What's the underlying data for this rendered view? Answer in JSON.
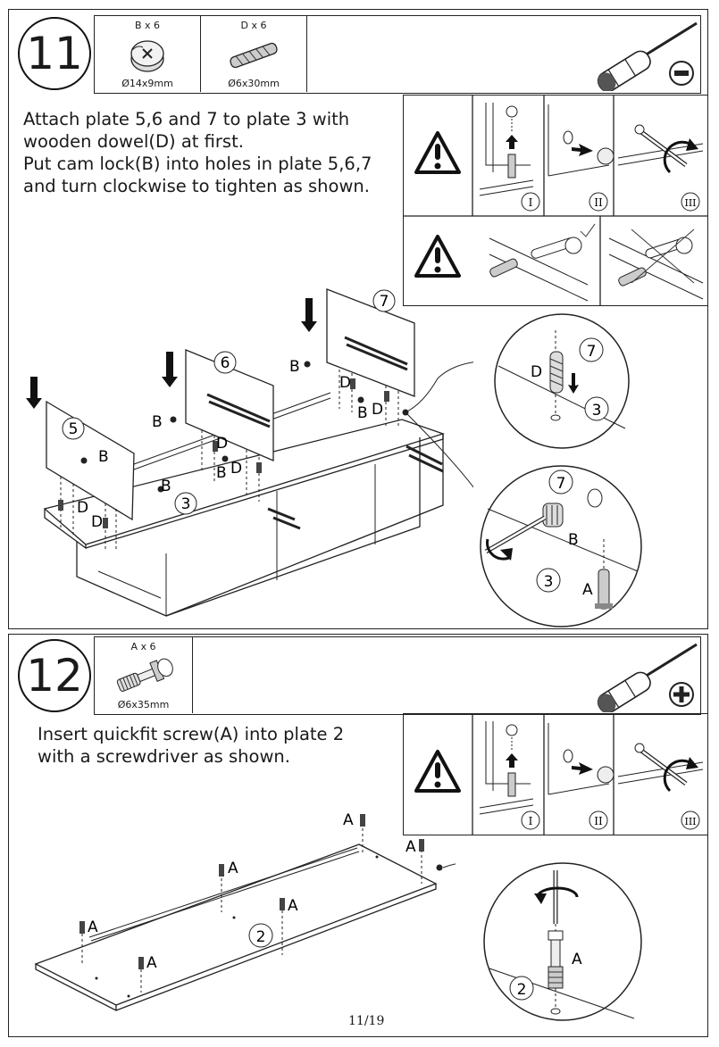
{
  "step11": {
    "number": "11",
    "hardware": [
      {
        "qty": "B x 6",
        "size": "Ø14x9mm",
        "icon": "cam-lock-icon"
      },
      {
        "qty": "D x 6",
        "size": "Ø6x30mm",
        "icon": "wooden-dowel-icon"
      }
    ],
    "tool_icon": "flathead-screwdriver-icon",
    "instruction": "Attach plate 5,6 and 7 to plate 3 with\nwooden dowel(D) at first.\nPut cam lock(B) into holes in plate 5,6,7\nand turn clockwise to tighten as shown.",
    "sequence_labels": [
      "I",
      "II",
      "III"
    ],
    "plate_labels": {
      "p5": "5",
      "p6": "6",
      "p7": "7",
      "p3": "3"
    },
    "part_labels": {
      "b": "B",
      "d": "D",
      "a": "A"
    }
  },
  "step12": {
    "number": "12",
    "hardware": [
      {
        "qty": "A x 6",
        "size": "Ø6x35mm",
        "icon": "quickfit-screw-icon"
      }
    ],
    "tool_icon": "phillips-screwdriver-icon",
    "instruction": "Insert quickfit screw(A) into plate 2\nwith a screwdriver as shown.",
    "sequence_labels": [
      "I",
      "II",
      "III"
    ],
    "plate_label": "2",
    "part_label": "A"
  },
  "page_number": "11/19"
}
